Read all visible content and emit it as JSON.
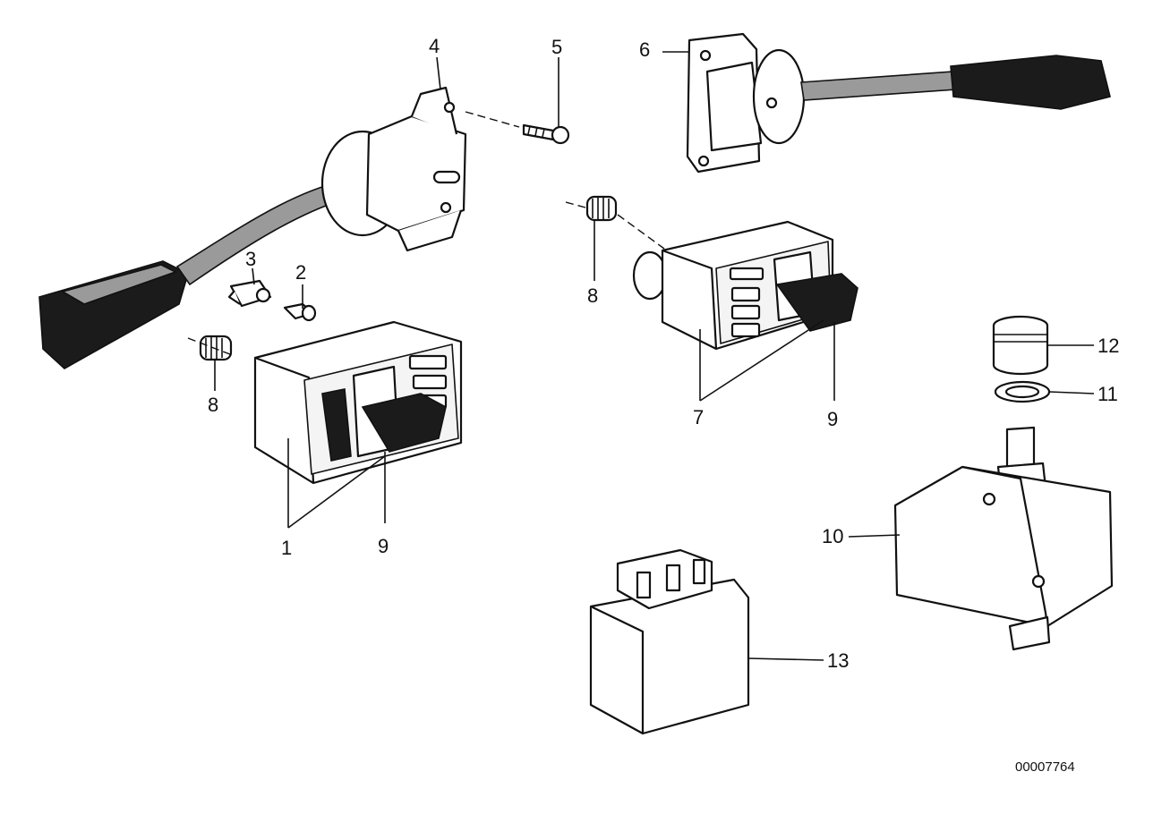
{
  "diagram_id": "00007764",
  "callouts": {
    "c1": "1",
    "c2": "2",
    "c3": "3",
    "c4": "4",
    "c5": "5",
    "c6": "6",
    "c7": "7",
    "c8a": "8",
    "c8b": "8",
    "c9a": "9",
    "c9b": "9",
    "c10": "10",
    "c11": "11",
    "c12": "12",
    "c13": "13"
  }
}
